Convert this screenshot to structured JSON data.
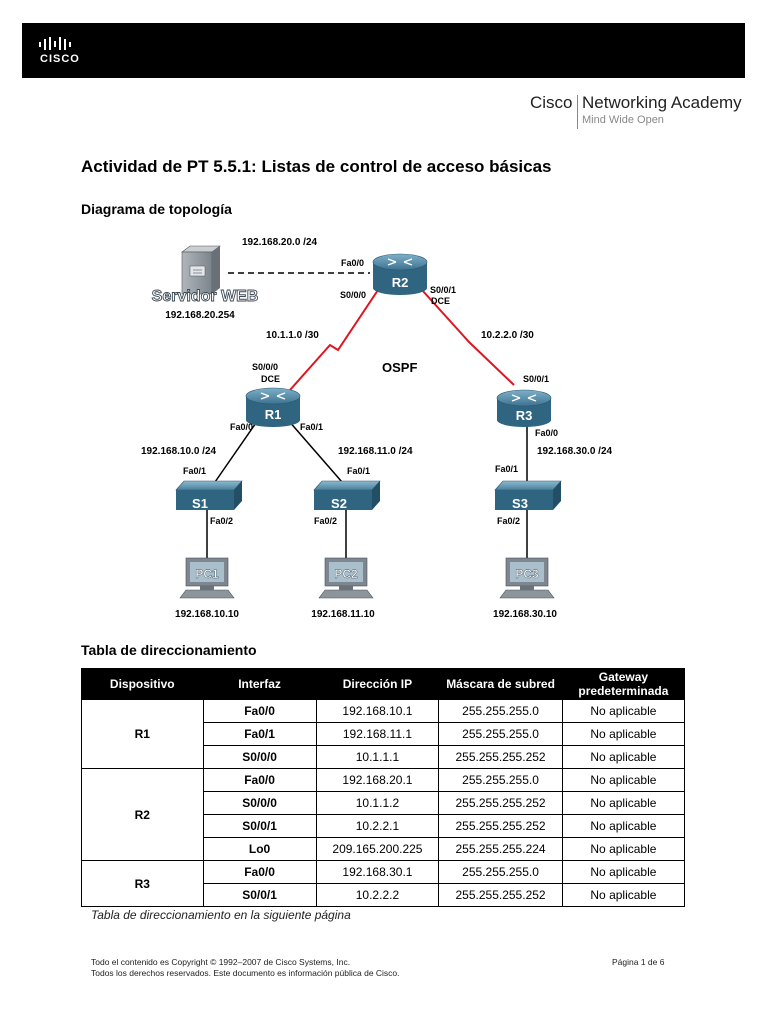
{
  "header": {
    "logo_text": "CISCO",
    "academy_brand": "Cisco",
    "academy_name": "Networking Academy",
    "academy_tagline": "Mind Wide Open"
  },
  "title": "Actividad de PT 5.5.1: Listas de control de acceso básicas",
  "topology": {
    "heading": "Diagrama de topología",
    "server_label": "Servidor WEB",
    "server_ip": "192.168.20.254",
    "net_server": "192.168.20.0 /24",
    "ospf": "OSPF",
    "routers": {
      "r1": "R1",
      "r2": "R2",
      "r3": "R3"
    },
    "switches": {
      "s1": "S1",
      "s2": "S2",
      "s3": "S3"
    },
    "pcs": {
      "pc1": "PC1",
      "pc2": "PC2",
      "pc3": "PC3"
    },
    "pc_ips": {
      "pc1": "192.168.10.10",
      "pc2": "192.168.11.10",
      "pc3": "192.168.30.10"
    },
    "networks": {
      "r1r2": "10.1.1.0 /30",
      "r2r3": "10.2.2.0 /30",
      "lan10": "192.168.10.0 /24",
      "lan11": "192.168.11.0 /24",
      "lan30": "192.168.30.0 /24"
    },
    "ports": {
      "r2_fa00": "Fa0/0",
      "r2_s000": "S0/0/0",
      "r2_s001": "S0/0/1",
      "r2_dce": "DCE",
      "r1_s000": "S0/0/0",
      "r1_dce": "DCE",
      "r1_fa00": "Fa0/0",
      "r1_fa01": "Fa0/1",
      "r3_s001": "S0/0/1",
      "r3_fa00": "Fa0/0",
      "s1_fa01": "Fa0/1",
      "s1_fa02": "Fa0/2",
      "s2_fa01": "Fa0/1",
      "s2_fa02": "Fa0/2",
      "s3_fa01": "Fa0/1",
      "s3_fa02": "Fa0/2"
    }
  },
  "addressing": {
    "heading": "Tabla de direccionamiento",
    "columns": [
      "Dispositivo",
      "Interfaz",
      "Dirección IP",
      "Máscara de subred",
      "Gateway predeterminada"
    ],
    "devices": [
      {
        "name": "R1",
        "rows": [
          [
            "Fa0/0",
            "192.168.10.1",
            "255.255.255.0",
            "No aplicable"
          ],
          [
            "Fa0/1",
            "192.168.11.1",
            "255.255.255.0",
            "No aplicable"
          ],
          [
            "S0/0/0",
            "10.1.1.1",
            "255.255.255.252",
            "No aplicable"
          ]
        ]
      },
      {
        "name": "R2",
        "rows": [
          [
            "Fa0/0",
            "192.168.20.1",
            "255.255.255.0",
            "No aplicable"
          ],
          [
            "S0/0/0",
            "10.1.1.2",
            "255.255.255.252",
            "No aplicable"
          ],
          [
            "S0/0/1",
            "10.2.2.1",
            "255.255.255.252",
            "No aplicable"
          ],
          [
            "Lo0",
            "209.165.200.225",
            "255.255.255.224",
            "No aplicable"
          ]
        ]
      },
      {
        "name": "R3",
        "rows": [
          [
            "Fa0/0",
            "192.168.30.1",
            "255.255.255.0",
            "No aplicable"
          ],
          [
            "S0/0/1",
            "10.2.2.2",
            "255.255.255.252",
            "No aplicable"
          ]
        ]
      }
    ],
    "caption": "Tabla de direccionamiento en la siguiente página"
  },
  "footer": {
    "copyright": "Todo el contenido es Copyright © 1992–2007 de Cisco Systems, Inc.",
    "rights": "Todos los derechos reservados. Este documento es información pública de Cisco.",
    "page": "Página 1 de 6"
  },
  "colors": {
    "serial_link": "#e0141e",
    "device_blue": "#3d7390"
  }
}
